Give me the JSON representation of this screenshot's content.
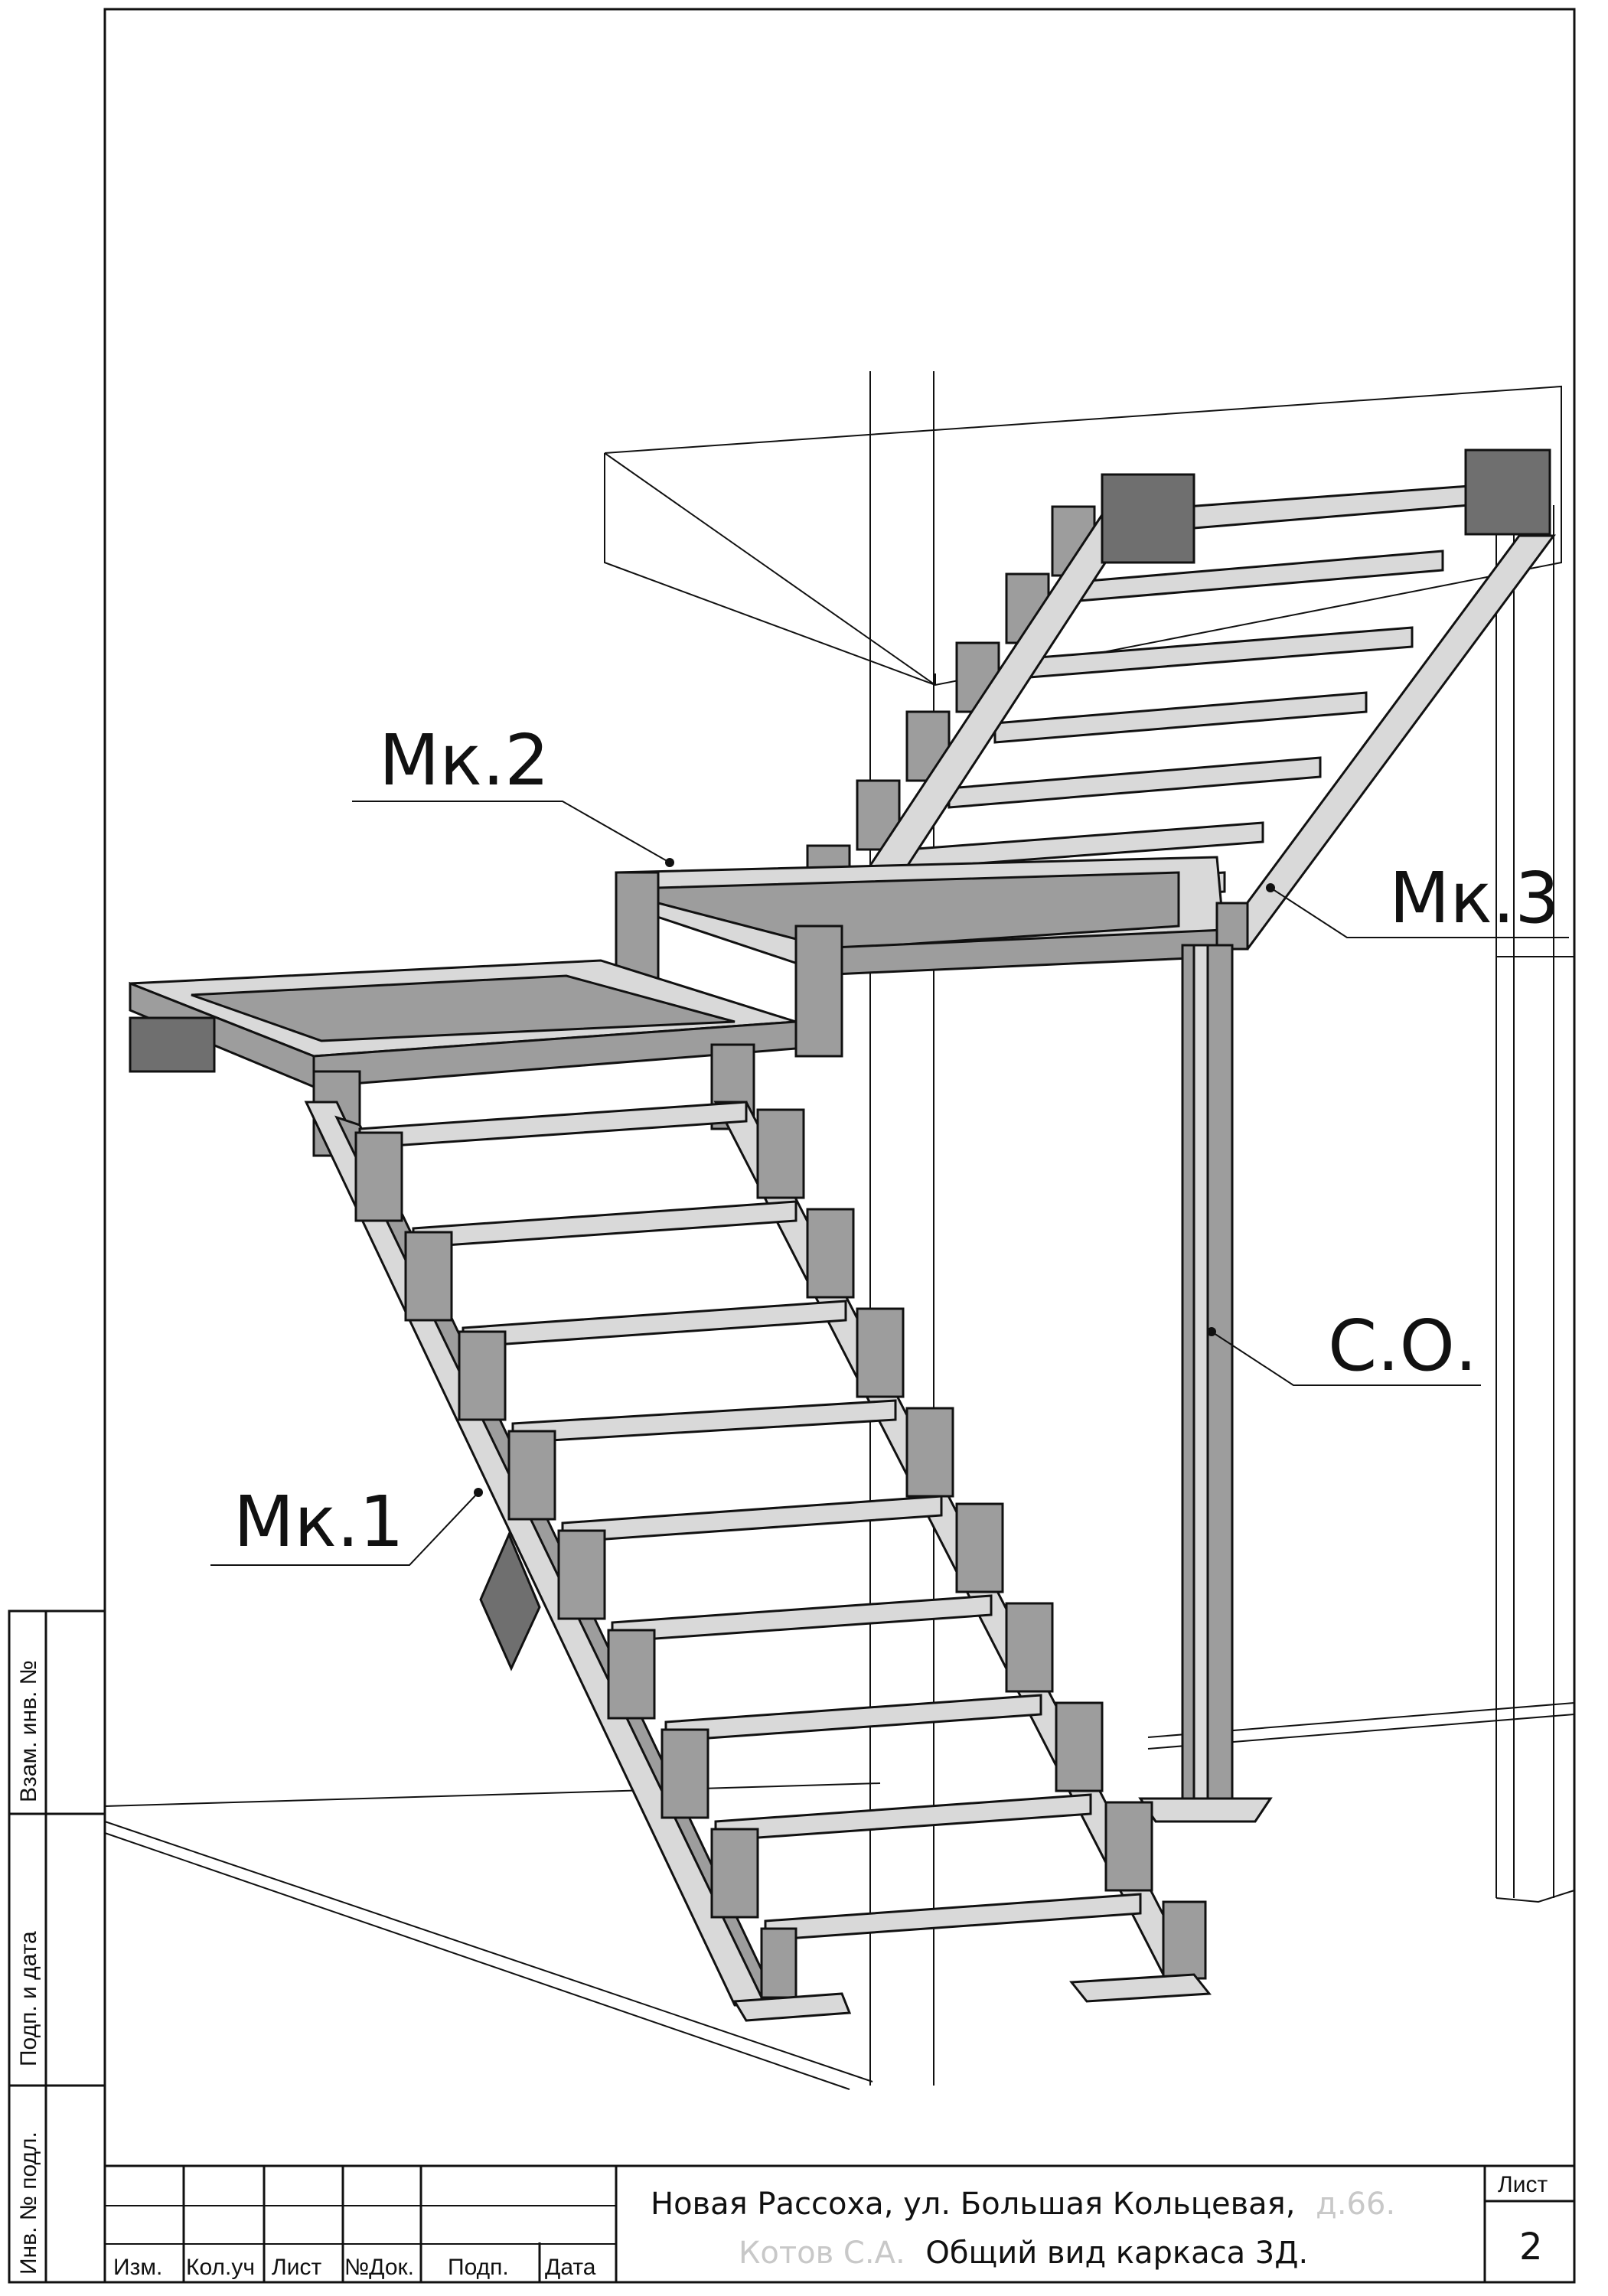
{
  "drawing": {
    "callouts": {
      "mk1": "Мк.1",
      "mk2": "Мк.2",
      "mk3": "Мк.3",
      "so": "С.О."
    }
  },
  "stamp": {
    "side_cells": [
      "Взам. инв. №",
      "Подп. и дата",
      "Инв. № подл."
    ],
    "columns": [
      "Изм.",
      "Кол.уч",
      "Лист",
      "№Док.",
      "Подп.",
      "Дата"
    ],
    "title_line1_main": "Новая Рассоха, ул. Большая Кольцевая,",
    "title_line1_faded": "д.66.",
    "title_line2_faded": "Котов С.А.",
    "title_line2_main": "Общий вид каркаса 3Д.",
    "sheet_label": "Лист",
    "sheet_number": "2"
  }
}
